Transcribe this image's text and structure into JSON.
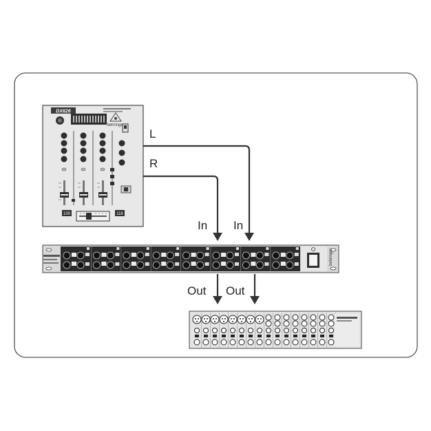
{
  "signal_flow": {
    "left_channel_label": "L",
    "right_channel_label": "R",
    "input_label_1": "In",
    "input_label_2": "In",
    "output_label_1": "Out",
    "output_label_2": "Out"
  },
  "dj_mixer": {
    "model_badge": "DX626",
    "left_fader_mark": "100",
    "right_fader_mark": "118",
    "brand": "behringer"
  },
  "rack_unit": {
    "brand": "behringer"
  },
  "colors": {
    "wire": "#333333",
    "frame": "#555555",
    "device_body": "#e6e6e6",
    "rack_body": "#2b2b2b"
  }
}
